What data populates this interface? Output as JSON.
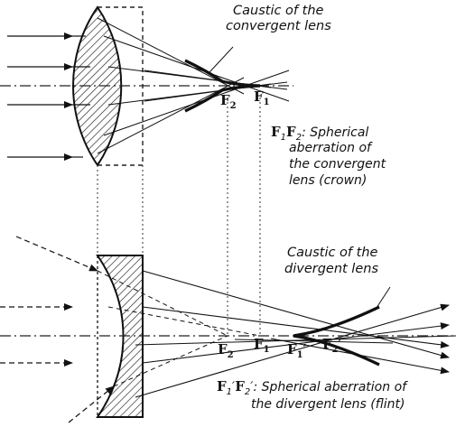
{
  "labels": {
    "caustic_convergent_1": "Caustic of the",
    "caustic_convergent_2": "convergent lens",
    "f1": "F",
    "f1_sub": "1",
    "f2": "F",
    "f2_sub": "2",
    "sa_crown_head": "F",
    "sa_crown_sub1": "1",
    "sa_crown_mid": "F",
    "sa_crown_sub2": "2",
    "sa_crown_1": ": Spherical",
    "sa_crown_2": "aberration of",
    "sa_crown_3": "the convergent",
    "sa_crown_4": "lens (crown)",
    "caustic_divergent_1": "Caustic of the",
    "caustic_divergent_2": "divergent lens",
    "f2_lower": "F",
    "f2_lower_sub": "2",
    "f1_lower": "F",
    "f1_lower_sub": "1",
    "f1p": "F",
    "f1p_sub": "1",
    "f1p_prime": "′",
    "f2p": "F",
    "f2p_sub": "2",
    "f2p_prime": "′",
    "sa_flint_head1": "F",
    "sa_flint_sub1": "1",
    "sa_flint_prime1": "′",
    "sa_flint_head2": "F",
    "sa_flint_sub2": "2",
    "sa_flint_prime2": "′",
    "sa_flint_1": ": Spherical aberration of",
    "sa_flint_2": "the divergent lens (flint)"
  }
}
